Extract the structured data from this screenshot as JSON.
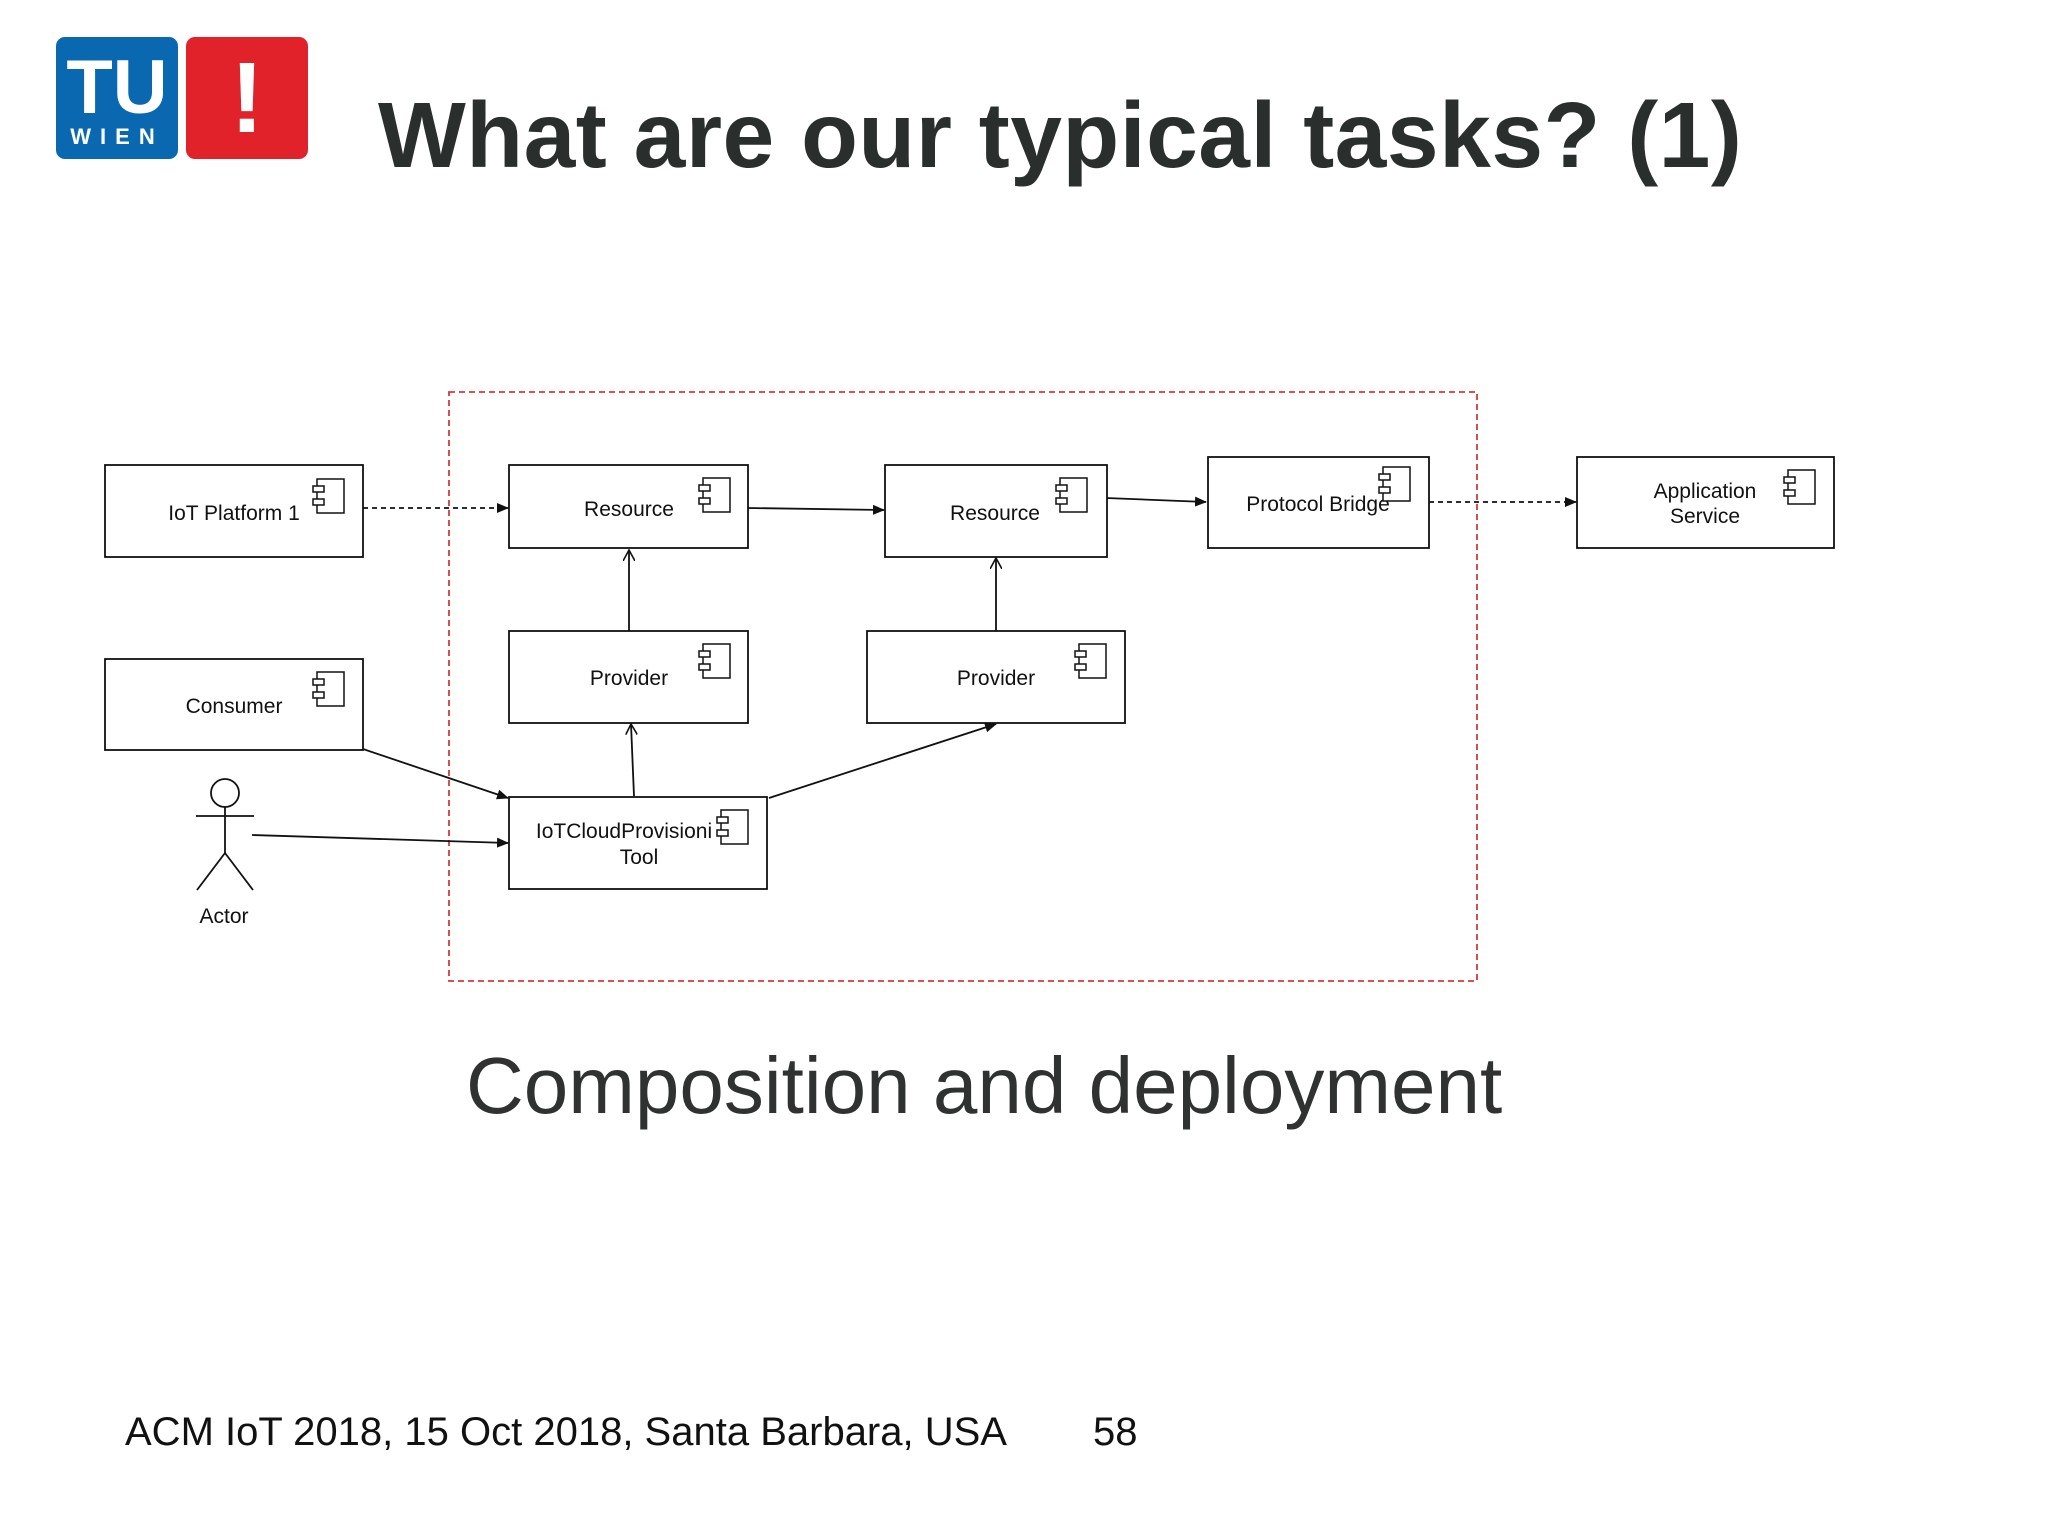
{
  "logo": {
    "letters_top": "TU",
    "letters_bottom": "WIEN",
    "mark": "!",
    "colors": {
      "blue": "#0a68b1",
      "red": "#e2222a"
    }
  },
  "title": "What are our typical tasks? (1)",
  "diagram": {
    "frame_color": "#d9393a",
    "components": [
      {
        "id": "iot-platform-1",
        "lines": [
          "IoT Platform 1"
        ]
      },
      {
        "id": "resource-a",
        "lines": [
          "Resource"
        ]
      },
      {
        "id": "resource-b",
        "lines": [
          "Resource"
        ]
      },
      {
        "id": "protocol-bridge",
        "lines": [
          "Protocol Bridge"
        ]
      },
      {
        "id": "application-service",
        "lines": [
          "Application",
          "Service"
        ]
      },
      {
        "id": "consumer",
        "lines": [
          "Consumer"
        ]
      },
      {
        "id": "provider-a",
        "lines": [
          "Provider"
        ]
      },
      {
        "id": "provider-b",
        "lines": [
          "Provider"
        ]
      },
      {
        "id": "iot-cloud-provisioning-tool",
        "lines": [
          "IoTCloudProvisioni",
          "Tool"
        ]
      }
    ],
    "actor": {
      "label": "Actor"
    },
    "connections": [
      {
        "from": "iot-platform-1",
        "to": "resource-a",
        "style": "dashed"
      },
      {
        "from": "resource-a",
        "to": "resource-b",
        "style": "solid"
      },
      {
        "from": "resource-b",
        "to": "protocol-bridge",
        "style": "solid"
      },
      {
        "from": "protocol-bridge",
        "to": "application-service",
        "style": "dashed"
      },
      {
        "from": "provider-a",
        "to": "resource-a",
        "style": "solid-open"
      },
      {
        "from": "provider-b",
        "to": "resource-b",
        "style": "solid-open"
      },
      {
        "from": "iot-cloud-provisioning-tool",
        "to": "provider-a",
        "style": "solid-open"
      },
      {
        "from": "iot-cloud-provisioning-tool",
        "to": "provider-b",
        "style": "solid"
      },
      {
        "from": "consumer",
        "to": "iot-cloud-provisioning-tool",
        "style": "solid"
      },
      {
        "from": "actor",
        "to": "iot-cloud-provisioning-tool",
        "style": "solid"
      }
    ]
  },
  "subtitle": "Composition and deployment",
  "footer": {
    "text": "ACM IoT 2018, 15 Oct 2018, Santa Barbara, USA",
    "page_number": "58"
  }
}
